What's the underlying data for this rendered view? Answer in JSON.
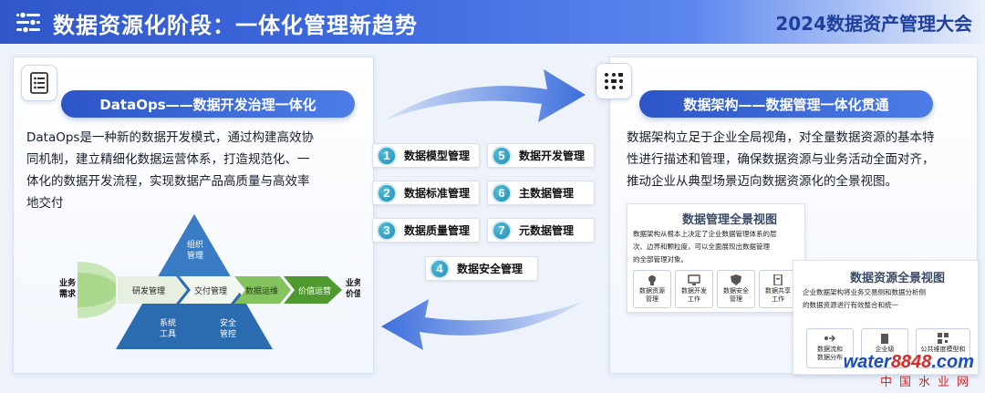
{
  "header": {
    "title": "数据资源化阶段：一体化管理新趋势",
    "event": "2024数据资产管理大会"
  },
  "left": {
    "icon": "document-list-icon",
    "pill": "DataOps——数据开发治理一体化",
    "lines": [
      "DataOps是一种新的数据开发模式，通过构建高效协",
      "同机制，建立精细化数据运营体系，打造规范化、一",
      "体化的数据开发流程，实现数据产品高质量与高效率",
      "地交付"
    ],
    "diagram": {
      "input_label_1": "业务",
      "input_label_2": "需求",
      "output_label_1": "业务",
      "output_label_2": "价值",
      "top_1": "组织",
      "top_2": "管理",
      "bl_1": "系统",
      "bl_2": "工具",
      "br_1": "安全",
      "br_2": "管控",
      "steps": [
        "研发管理",
        "交付管理",
        "数据运维",
        "价值运营"
      ]
    }
  },
  "center": {
    "items": [
      {
        "num": "1",
        "label": "数据模型管理"
      },
      {
        "num": "5",
        "label": "数据开发管理"
      },
      {
        "num": "2",
        "label": "数据标准管理"
      },
      {
        "num": "6",
        "label": "主数据管理"
      },
      {
        "num": "3",
        "label": "数据质量管理"
      },
      {
        "num": "7",
        "label": "元数据管理"
      },
      {
        "num": "4",
        "label": "数据安全管理"
      }
    ]
  },
  "right": {
    "icon": "grid-dots-icon",
    "pill": "数据架构——数据管理一体化贯通",
    "lines": [
      "数据架构立足于企业全局视角，对全量数据资源的基本特",
      "性进行描述和管理，确保数据资源与业务活动全面对齐，",
      "推动企业从典型场景迈向数据资源化的全景视图。"
    ],
    "card1": {
      "title": "数据管理全景视图",
      "lines": [
        "数据架构从根本上决定了企业数据管理体系的层",
        "次、边界和颗粒度，可以全面展现出数据管理",
        "的全部管理对象。"
      ],
      "minis": [
        {
          "l1": "数据资源",
          "l2": "管理"
        },
        {
          "l1": "数据开发",
          "l2": "工作"
        },
        {
          "l1": "数据安全",
          "l2": "管理"
        },
        {
          "l1": "数据共享",
          "l2": "工作"
        }
      ]
    },
    "card2": {
      "title": "数据资源全景视图",
      "lines": [
        "企业数据架构将业务交易侧和数据分析侧",
        "的数据资源进行有效整合和统一"
      ],
      "minis": [
        {
          "l1": "数据流和",
          "l2": "数据分布"
        },
        {
          "l1": "企业级",
          "l2": ""
        },
        {
          "l1": "公共维度模型和",
          "l2": ""
        }
      ]
    }
  },
  "watermark": {
    "brand_a": "water",
    "brand_b": "8848",
    "brand_c": ".com",
    "cn": "中国水业网"
  },
  "colors": {
    "primary": "#2c55c7",
    "triangle": "#2b6cb0",
    "green": "#5aa33a",
    "accent_teal": "#2589b5"
  }
}
